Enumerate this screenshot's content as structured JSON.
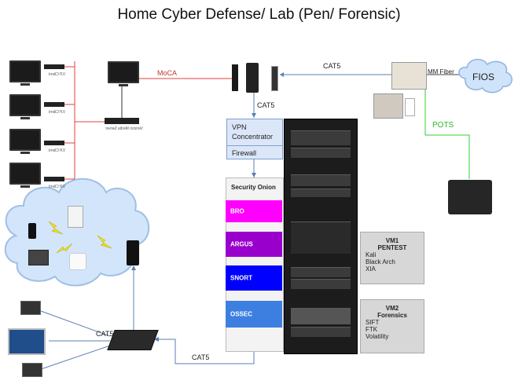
{
  "title": "Home Cyber Defense/ Lab (Pen/ Forensic)",
  "links": {
    "moca": "MoCA",
    "cat5_top": "CAT5",
    "cat5_mid": "CAT5",
    "mm_fiber": "MM Fiber",
    "pots": "POTS",
    "cat5_switch": "CAT5",
    "cat5_bottom": "CAT5"
  },
  "fios": "FIOS",
  "clients": [
    "V.P.Client",
    "V.P.Client",
    "V.P.Client",
    "V.P.Client"
  ],
  "media_server": "Verizon Media Server",
  "vpn": {
    "line1": "VPN",
    "line2": "Concentrator",
    "line3": "Firewall"
  },
  "security_onion": {
    "title": "Security Onion",
    "modules": [
      {
        "name": "BRO",
        "color": "#ff00ff"
      },
      {
        "name": "ARGUS",
        "color": "#9900cc"
      },
      {
        "name": "SNORT",
        "color": "#0000ff"
      },
      {
        "name": "OSSEC",
        "color": "#3d7fe0"
      }
    ]
  },
  "vm1": {
    "title1": "VM1",
    "title2": "PENTEST",
    "items": [
      "Kali",
      "Black Arch",
      "XIA"
    ]
  },
  "vm2": {
    "title1": "VM2",
    "title2": "Forensics",
    "items": [
      "SIFT",
      "FTK",
      "Volatility"
    ]
  },
  "colors": {
    "moca_line": "#e04040",
    "pots_line": "#33cc33",
    "cat5_line": "#5a7fb5",
    "cloud": "#cfe3fa"
  }
}
